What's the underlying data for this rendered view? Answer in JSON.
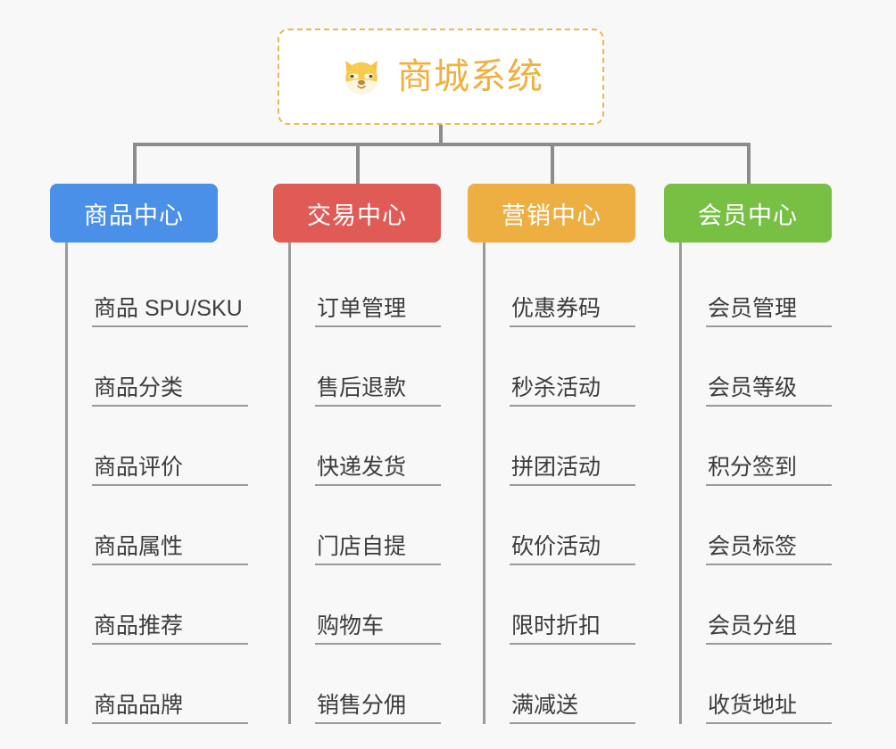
{
  "diagram": {
    "type": "mindmap",
    "title": "商城系统",
    "background_color": "#f8f8f8",
    "root": {
      "label": "商城系统",
      "icon": "dog-face-emoji",
      "text_color": "#f0b040",
      "border_color": "#eab94f",
      "background_color": "#ffffff"
    },
    "connector_color": "#8c8c8c",
    "branches": [
      {
        "label": "商品中心",
        "color": "#4a90e8",
        "items": [
          "商品 SPU/SKU",
          "商品分类",
          "商品评价",
          "商品属性",
          "商品推荐",
          "商品品牌"
        ]
      },
      {
        "label": "交易中心",
        "color": "#e15b56",
        "items": [
          "订单管理",
          "售后退款",
          "快递发货",
          "门店自提",
          "购物车",
          "销售分佣"
        ]
      },
      {
        "label": "营销中心",
        "color": "#edae42",
        "items": [
          "优惠券码",
          "秒杀活动",
          "拼团活动",
          "砍价活动",
          "限时折扣",
          "满减送"
        ]
      },
      {
        "label": "会员中心",
        "color": "#77c043",
        "items": [
          "会员管理",
          "会员等级",
          "积分签到",
          "会员标签",
          "会员分组",
          "收货地址"
        ]
      }
    ]
  }
}
